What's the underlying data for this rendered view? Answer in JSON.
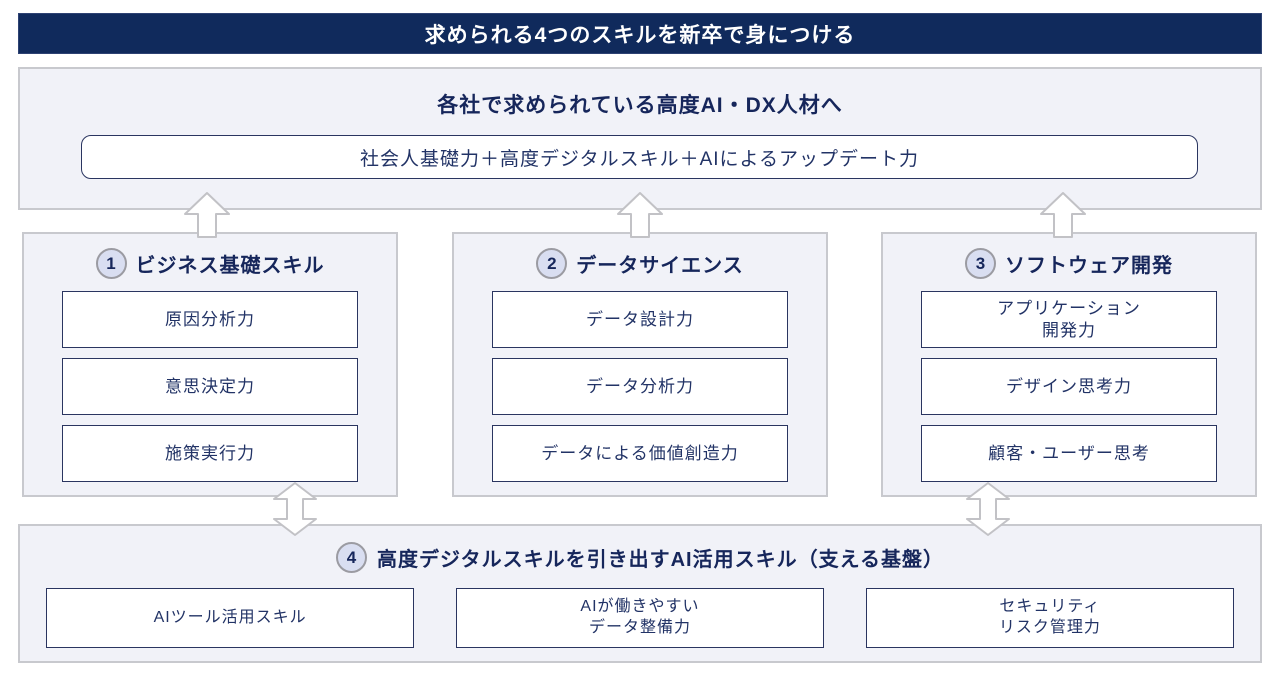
{
  "colors": {
    "banner_bg": "#102A5C",
    "panel_bg": "#F1F2F8",
    "panel_border": "#C8C9CE",
    "box_border": "#2A3560",
    "text_navy": "#16265B",
    "box_text": "#223366",
    "circle_bg": "#D9DEF1",
    "circle_border": "#9B9BA2",
    "arrow_stroke": "#C2C2C6"
  },
  "banner": {
    "title": "求められる4つのスキルを新卒で身につける"
  },
  "goal_panel": {
    "heading": "各社で求められている高度AI・DX人材へ",
    "formula": "社会人基礎力＋高度デジタルスキル＋AIによるアップデート力"
  },
  "columns": [
    {
      "number": "1",
      "title": "ビジネス基礎スキル",
      "items": [
        "原因分析力",
        "意思決定力",
        "施策実行力"
      ]
    },
    {
      "number": "2",
      "title": "データサイエンス",
      "items": [
        "データ設計力",
        "データ分析力",
        "データによる価値創造力"
      ]
    },
    {
      "number": "3",
      "title": "ソフトウェア開発",
      "items": [
        "アプリケーション\n開発力",
        "デザイン思考力",
        "顧客・ユーザー思考"
      ]
    }
  ],
  "foundation_panel": {
    "number": "4",
    "title": "高度デジタルスキルを引き出すAI活用スキル（支える基盤）",
    "items": [
      "AIツール活用スキル",
      "AIが働きやすい\nデータ整備力",
      "セキュリティ\nリスク管理力"
    ]
  }
}
